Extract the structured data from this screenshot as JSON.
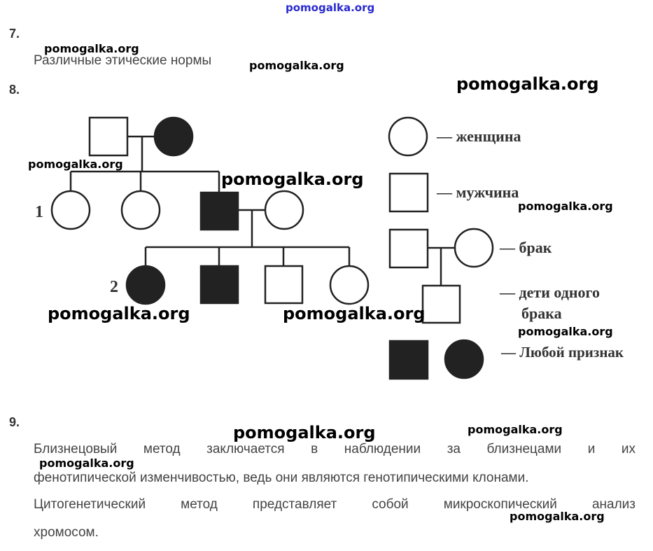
{
  "watermarks": {
    "top": "pomogalka.org",
    "w1": "pomogalka.org",
    "w2": "pomogalka.org",
    "w3": "pomogalka.org",
    "w4": "pomogalka.org",
    "w5": "pomogalka.org",
    "w6": "pomogalka.org",
    "w7": "pomogalka.org",
    "w8": "pomogalka.org",
    "w9": "pomogalka.org",
    "w10": "pomogalka.org",
    "w11": "pomogalka.org",
    "w12": "pomogalka.org",
    "w13": "pomogalka.org"
  },
  "q7": {
    "number": "7.",
    "answer": "Различные этические нормы"
  },
  "q8": {
    "number": "8.",
    "pedigree_labels": {
      "individual_1": "1",
      "individual_2": "2"
    },
    "legend": {
      "female": "— женщина",
      "male": "— мужчина",
      "marriage": "— брак",
      "children_line1": "— дети одного",
      "children_line2": "брака",
      "trait": "— Любой признак"
    }
  },
  "q9": {
    "number": "9.",
    "p1_line1": "Близнецовый метод заключается в наблюдении за близнецами и их",
    "p1_line2": "фенотипической изменчивостью, ведь они являются генотипическими клонами.",
    "p2_line1": "Цитогенетический метод представляет собой микроскопический анализ",
    "p2_line2": "хромосом."
  }
}
